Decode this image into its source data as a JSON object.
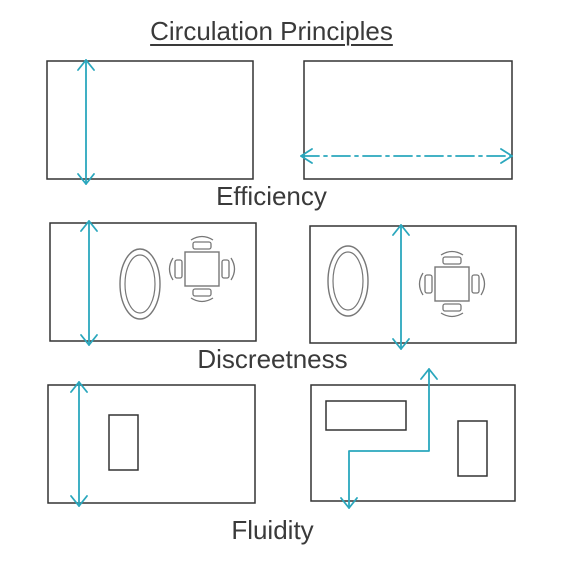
{
  "title": "Circulation Principles",
  "principles": [
    {
      "label": "Efficiency"
    },
    {
      "label": "Discreetness"
    },
    {
      "label": "Fluidity"
    }
  ],
  "colors": {
    "outline": "#333333",
    "furniture": "#777777",
    "arrow": "#2aa7bd",
    "text": "#3a3a3a"
  },
  "icons": [
    "up-down-arrow",
    "left-right-dash-arrow",
    "oval-table",
    "square-table-with-chairs",
    "path-arrow"
  ]
}
